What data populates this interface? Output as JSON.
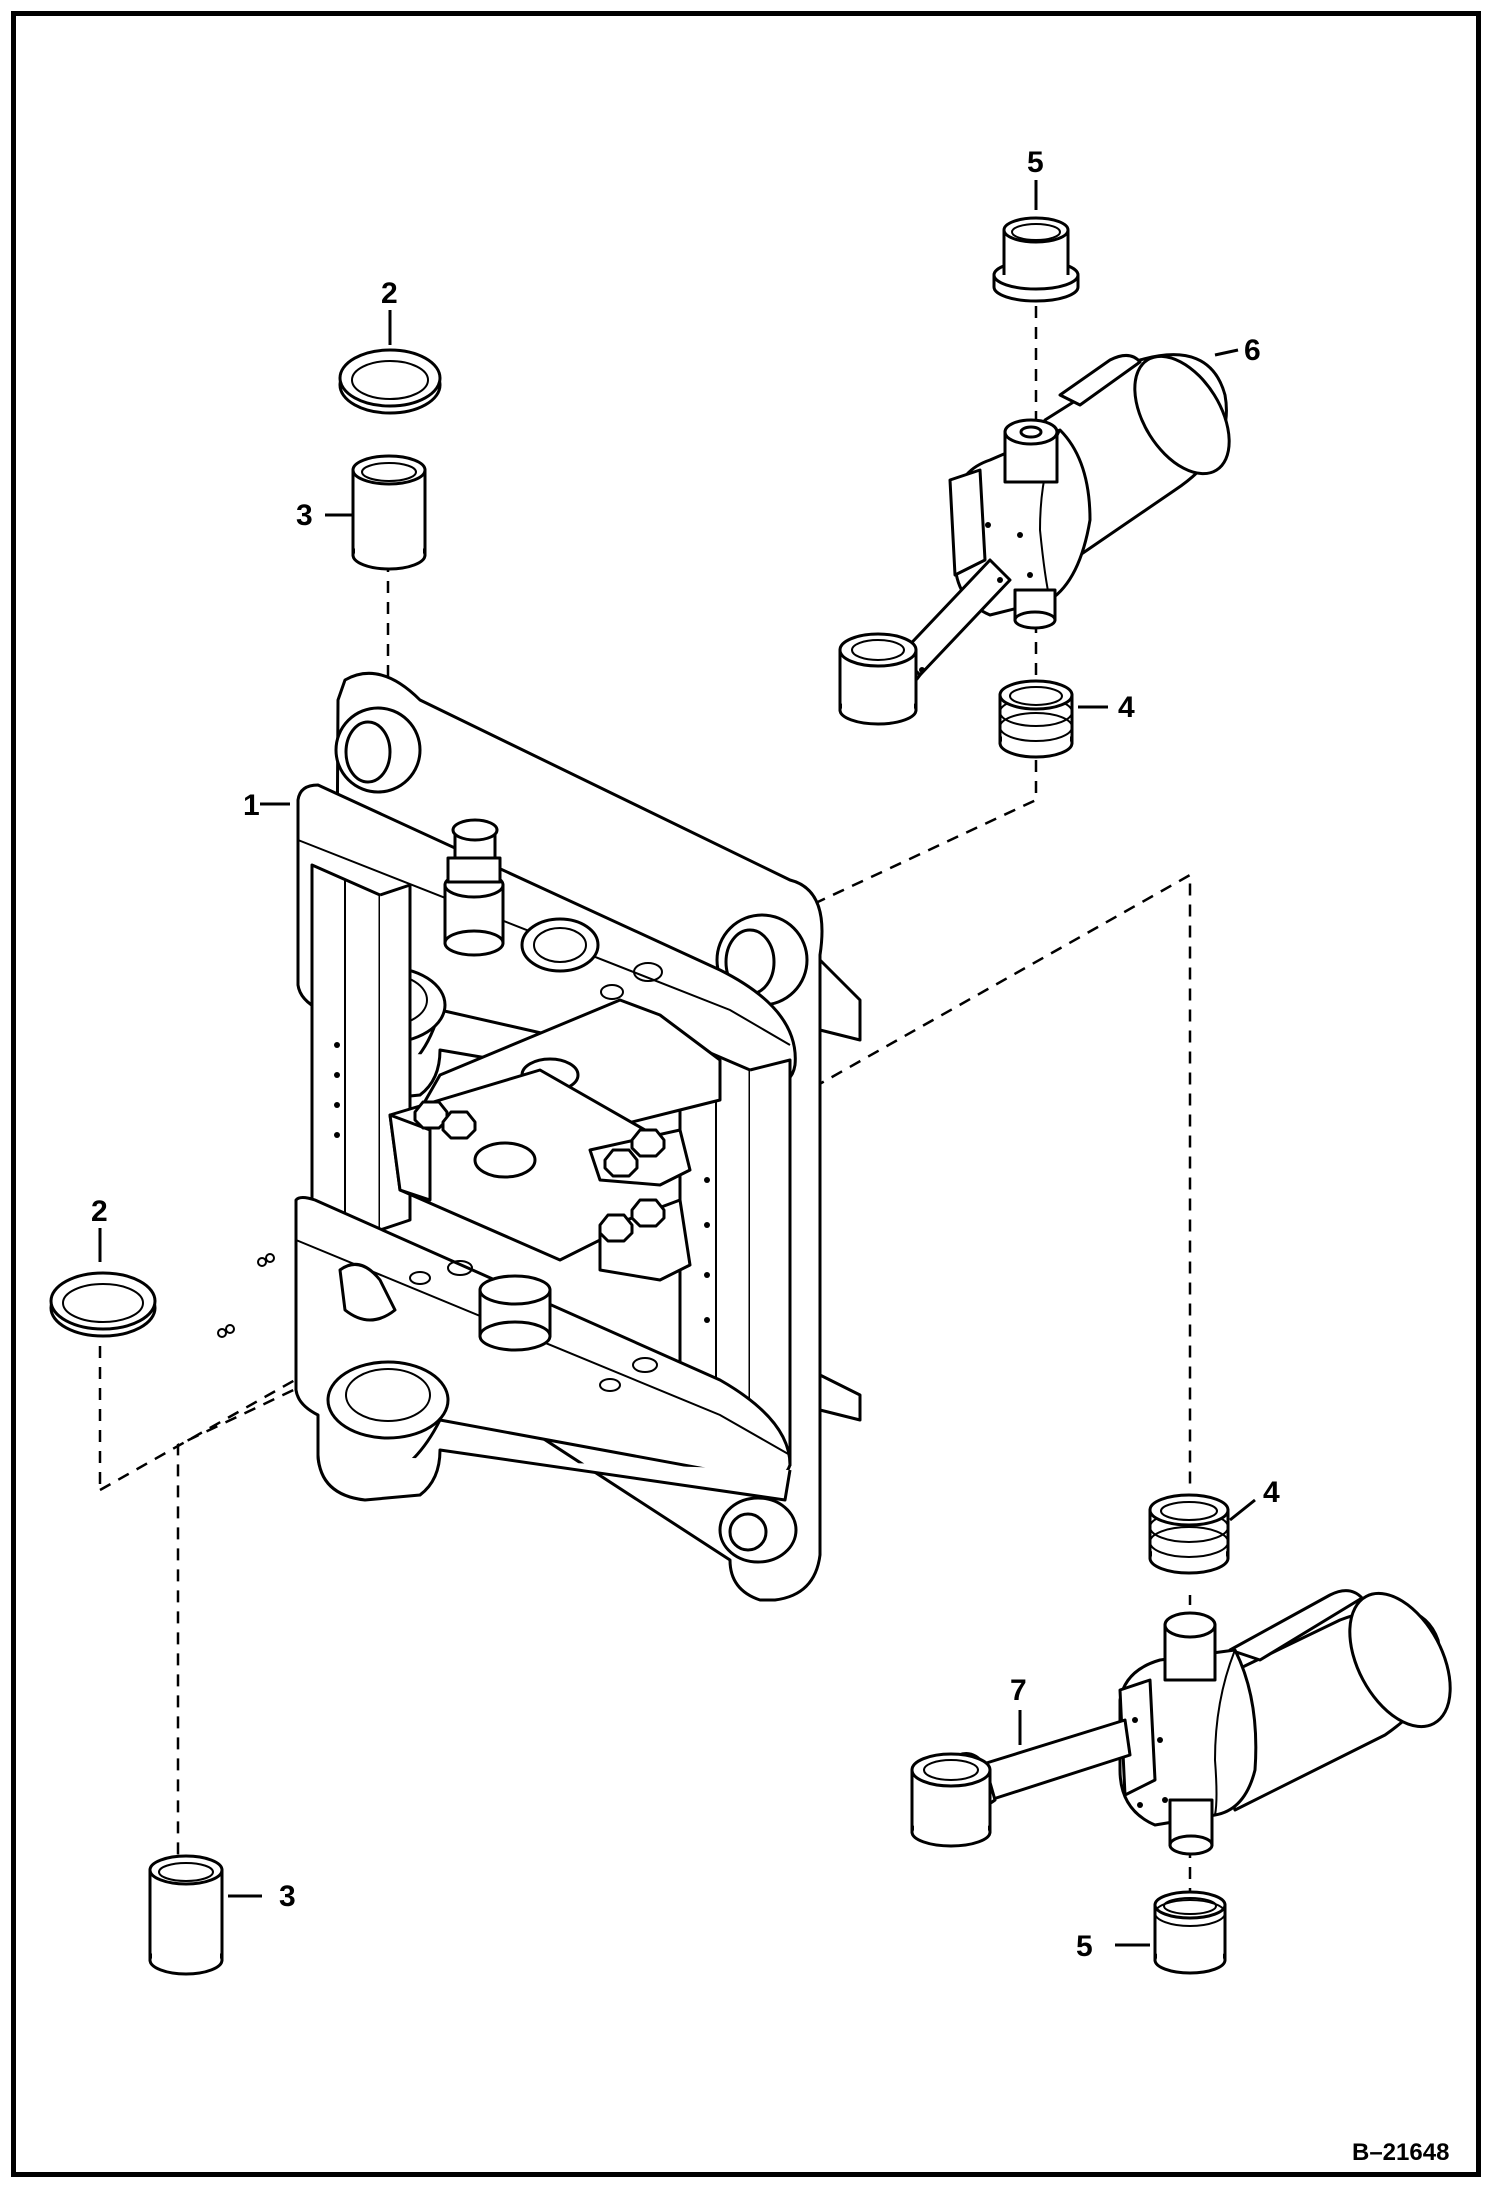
{
  "figure_id": "B–21648",
  "callouts": [
    {
      "id": "c1",
      "text": "1"
    },
    {
      "id": "c2a",
      "text": "2"
    },
    {
      "id": "c2b",
      "text": "2"
    },
    {
      "id": "c3a",
      "text": "3"
    },
    {
      "id": "c3b",
      "text": "3"
    },
    {
      "id": "c4a",
      "text": "4"
    },
    {
      "id": "c4b",
      "text": "4"
    },
    {
      "id": "c5a",
      "text": "5"
    },
    {
      "id": "c5b",
      "text": "5"
    },
    {
      "id": "c6",
      "text": "6"
    },
    {
      "id": "c7",
      "text": "7"
    }
  ]
}
